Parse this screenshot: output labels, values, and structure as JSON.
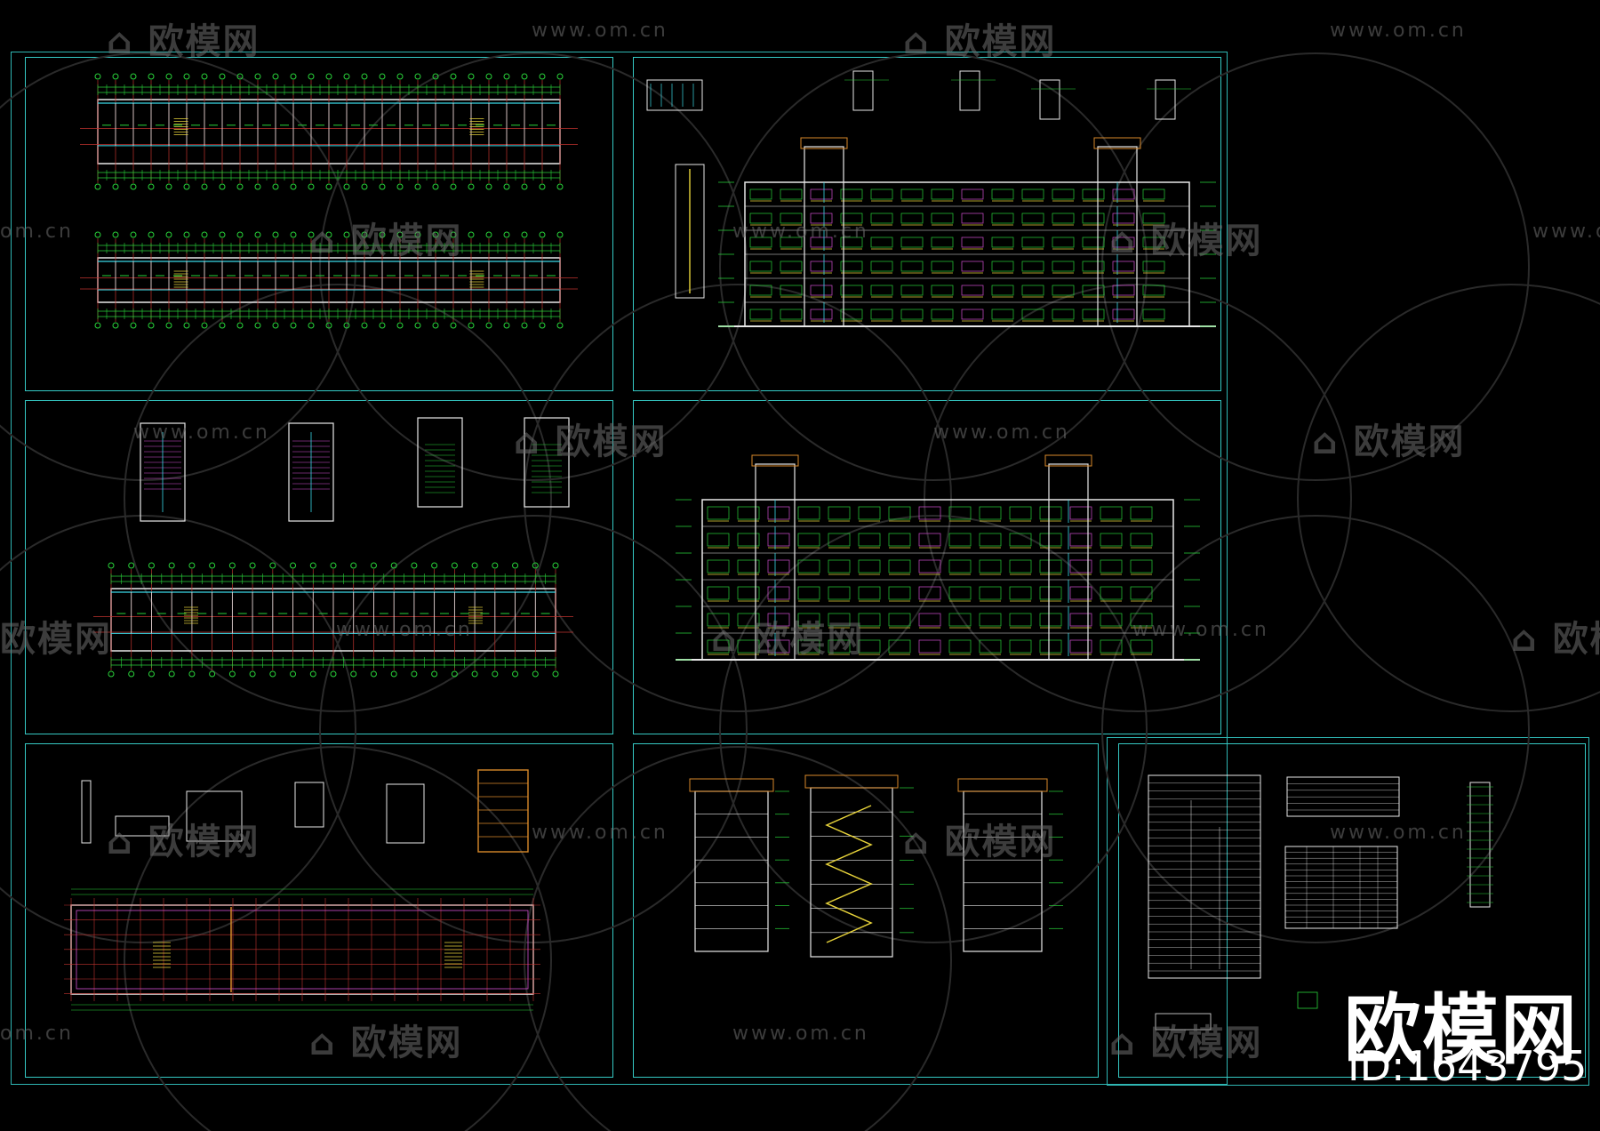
{
  "watermarks": {
    "logo_text": "欧模网",
    "url_text": "www.om.cn",
    "url_short": "om.cn"
  },
  "brand": {
    "name": "欧模网",
    "id": "ID:1643795"
  },
  "colors": {
    "background": "#000000",
    "frame": "#35c9c4",
    "dim_green": "#29d33a",
    "grid_red": "#c0332f",
    "wall_white": "#e8e8e8",
    "accent_magenta": "#d34fd3",
    "accent_yellow": "#e6d23a",
    "accent_cyan": "#39d8e6",
    "accent_orange": "#d8892a"
  }
}
